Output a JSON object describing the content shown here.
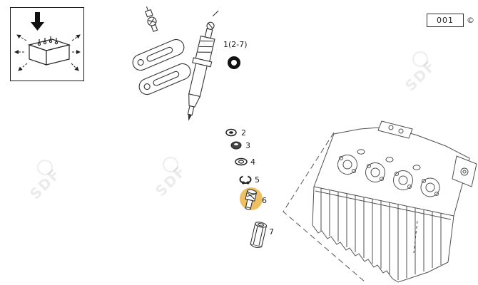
{
  "header": {
    "page_number": "001",
    "copyright_symbol": "©"
  },
  "watermark": {
    "text": "SDF"
  },
  "diagram": {
    "callouts": [
      {
        "label": "1(2-7)"
      },
      {
        "label": "2"
      },
      {
        "label": "3"
      },
      {
        "label": "4"
      },
      {
        "label": "5"
      },
      {
        "label": "6"
      },
      {
        "label": "7"
      }
    ],
    "highlight": {
      "fill": "#eec063",
      "label_color": "#e09a2d"
    }
  }
}
